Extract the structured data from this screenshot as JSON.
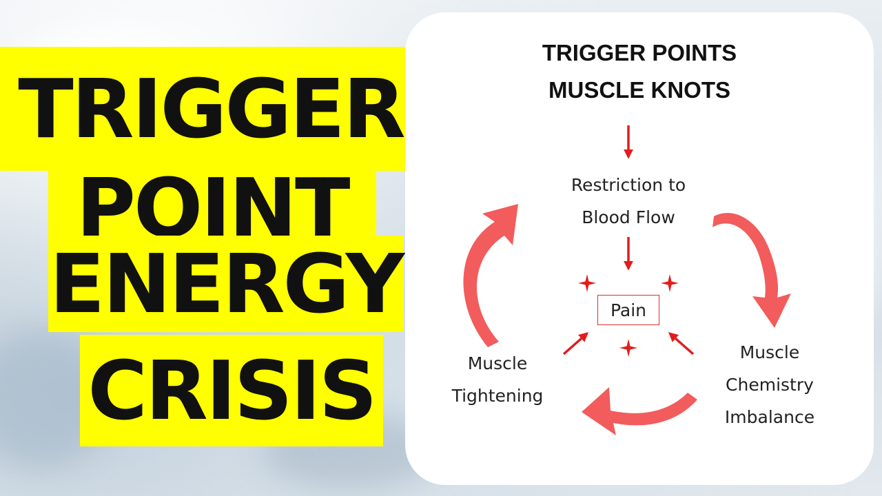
{
  "headline": {
    "lines": [
      "TRIGGER",
      "POINT",
      "ENERGY",
      "CRISIS"
    ],
    "highlight_color": "#ffff00"
  },
  "diagram": {
    "title_line1": "TRIGGER POINTS",
    "title_line2": "MUSCLE KNOTS",
    "restriction_line1": "Restriction to",
    "restriction_line2": "Blood Flow",
    "center_label": "Pain",
    "left_line1": "Muscle",
    "left_line2": "Tightening",
    "right_line1": "Muscle",
    "right_line2": "Chemistry",
    "right_line3": "Imbalance",
    "arrow_color": "#e11d1d",
    "cycle_arrow_color": "#f25c5c"
  }
}
